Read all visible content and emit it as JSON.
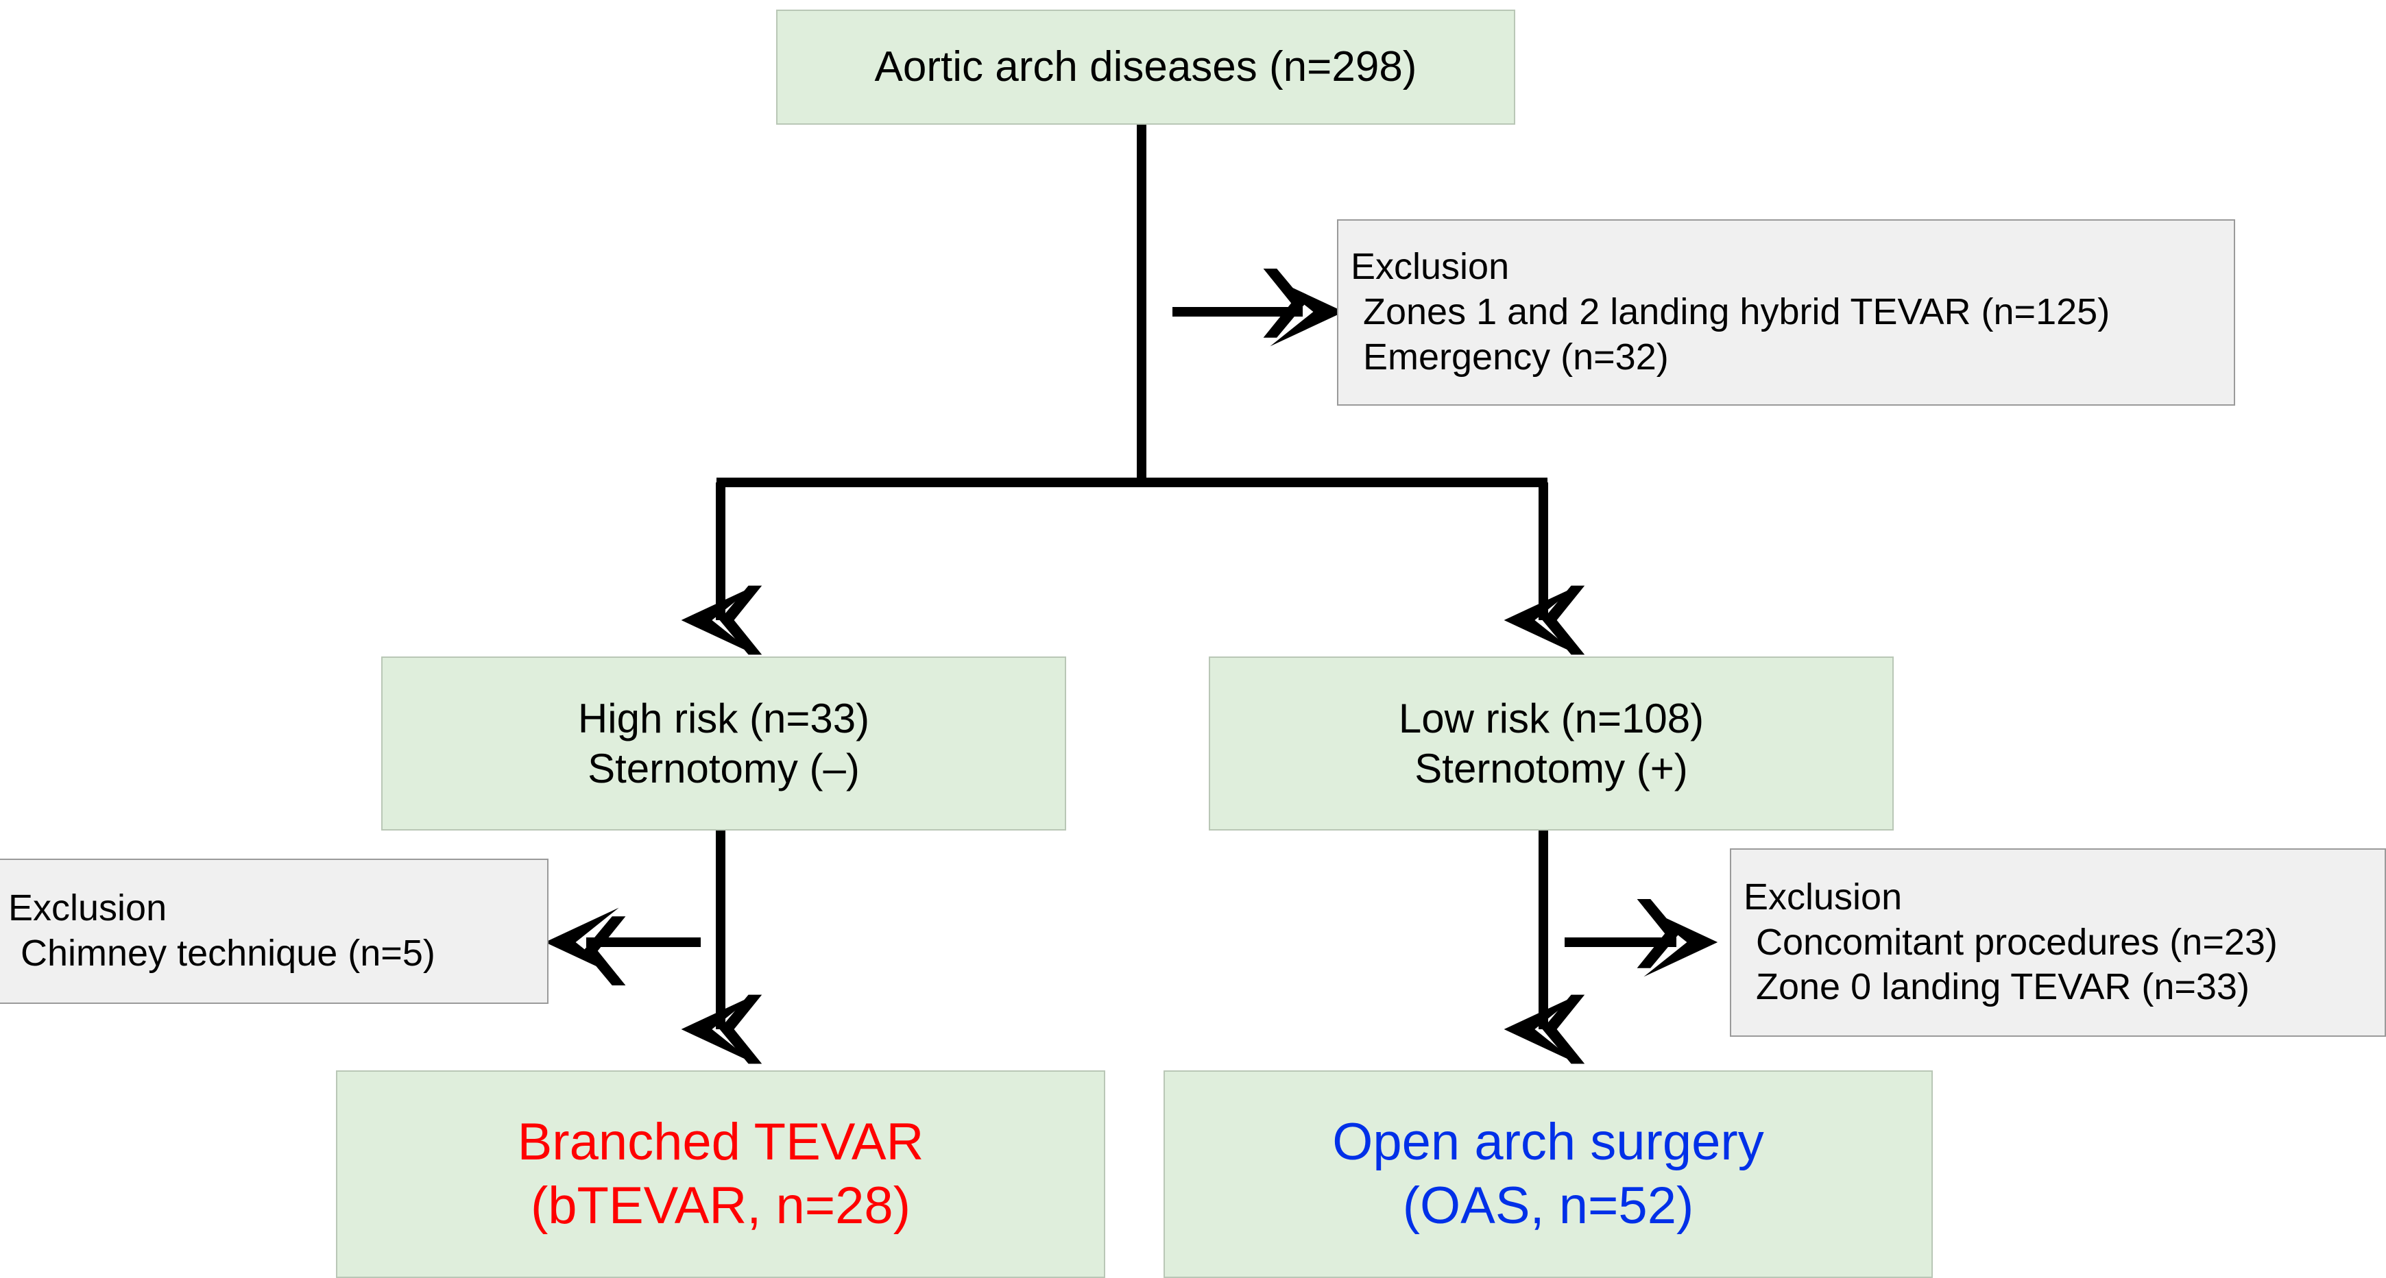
{
  "diagram": {
    "type": "flowchart",
    "title": "Aortic arch disease patient selection flowchart",
    "colors": {
      "node_fill_green": "#dfeedc",
      "node_fill_grey": "#f0f0f0",
      "node_border_green": "#b9c7b6",
      "node_border_grey": "#9a9a9a",
      "connector": "#000000",
      "accent_red": "#ff0000",
      "accent_blue": "#0030e8",
      "background": "#ffffff"
    }
  },
  "nodes": {
    "root": {
      "label": "Aortic arch diseases (n=298)",
      "count": 298
    },
    "exclusion_top": {
      "heading": "Exclusion",
      "items": [
        "Zones 1 and 2 landing hybrid TEVAR (n=125)",
        "Emergency (n=32)"
      ],
      "counts": [
        125,
        32
      ]
    },
    "high_risk": {
      "line1": "High risk (n=33)",
      "line2": "Sternotomy (–)",
      "count": 33
    },
    "low_risk": {
      "line1": "Low risk (n=108)",
      "line2": "Sternotomy (+)",
      "count": 108
    },
    "exclusion_left": {
      "heading": "Exclusion",
      "items": [
        "Chimney technique (n=5)"
      ],
      "counts": [
        5
      ]
    },
    "exclusion_right": {
      "heading": "Exclusion",
      "items": [
        "Concomitant procedures (n=23)",
        "Zone 0 landing TEVAR (n=33)"
      ],
      "counts": [
        23,
        33
      ]
    },
    "outcome_left": {
      "line1": "Branched TEVAR",
      "line2": "(bTEVAR, n=28)",
      "count": 28,
      "color": "#ff0000"
    },
    "outcome_right": {
      "line1": "Open arch surgery",
      "line2": "(OAS, n=52)",
      "count": 52,
      "color": "#0030e8"
    }
  },
  "edges": [
    {
      "from": "root",
      "to": "exclusion_top",
      "kind": "arrow-right"
    },
    {
      "from": "root",
      "to": "high_risk",
      "kind": "split-arrow-down"
    },
    {
      "from": "root",
      "to": "low_risk",
      "kind": "split-arrow-down"
    },
    {
      "from": "high_risk",
      "to": "exclusion_left",
      "kind": "arrow-left"
    },
    {
      "from": "high_risk",
      "to": "outcome_left",
      "kind": "arrow-down"
    },
    {
      "from": "low_risk",
      "to": "exclusion_right",
      "kind": "arrow-right"
    },
    {
      "from": "low_risk",
      "to": "outcome_right",
      "kind": "arrow-down"
    }
  ]
}
